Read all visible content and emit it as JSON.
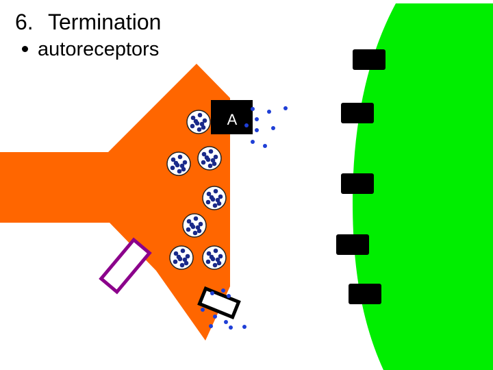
{
  "slide": {
    "number": "6.",
    "title": "Termination",
    "bullets": [
      {
        "text": "autoreceptors"
      }
    ]
  },
  "diagram": {
    "autoreceptor_label": "A",
    "colors": {
      "presynaptic_terminal": "#ff6600",
      "postsynaptic_cell": "#00ee00",
      "receptor": "#000000",
      "neurotransmitter": "#1f3fd6",
      "vesicle_fill": "#ffffff",
      "vesicle_content": "#1a2a8a",
      "transporter_outline": "#8b008b",
      "reuptake_outline": "#000000"
    },
    "icons": {
      "bullet": "bullet-dot-icon",
      "vesicle": "vesicle-icon",
      "receptor": "postsynaptic-receptor-icon",
      "autoreceptor": "autoreceptor-icon"
    }
  }
}
